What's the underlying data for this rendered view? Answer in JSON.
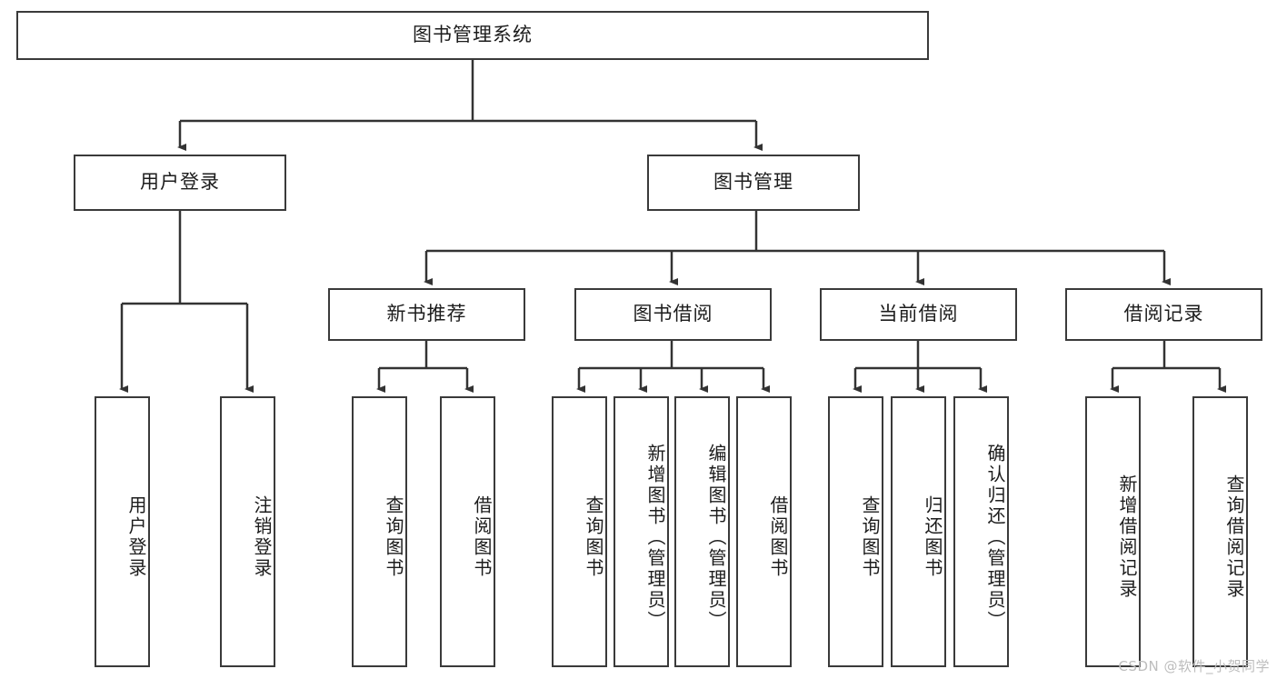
{
  "diagram": {
    "title": "图书管理系统",
    "type": "tree-hierarchy-chart",
    "root": {
      "label": "图书管理系统"
    },
    "level2": [
      {
        "label": "用户登录"
      },
      {
        "label": "图书管理"
      }
    ],
    "level3": [
      {
        "label": "新书推荐"
      },
      {
        "label": "图书借阅"
      },
      {
        "label": "当前借阅"
      },
      {
        "label": "借阅记录"
      }
    ],
    "leaves": {
      "user_login": [
        {
          "label": "用户登录"
        },
        {
          "label": "注销登录"
        }
      ],
      "new_book_recommend": [
        {
          "label": "查询图书"
        },
        {
          "label": "借阅图书"
        }
      ],
      "book_borrow": [
        {
          "label": "查询图书"
        },
        {
          "label": "新增图书（管理员）"
        },
        {
          "label": "编辑图书（管理员）"
        },
        {
          "label": "借阅图书"
        }
      ],
      "current_borrow": [
        {
          "label": "查询图书"
        },
        {
          "label": "归还图书"
        },
        {
          "label": "确认归还（管理员）"
        }
      ],
      "borrow_records": [
        {
          "label": "新增借阅记录"
        },
        {
          "label": "查询借阅记录"
        }
      ]
    }
  },
  "watermark": {
    "text": "CSDN @软件_小贺同学"
  },
  "colors": {
    "background": "#ffffff",
    "border": "#3a3a3a",
    "connector": "#333333",
    "text": "#1c1c1c",
    "watermark": "#bdbdbd"
  }
}
